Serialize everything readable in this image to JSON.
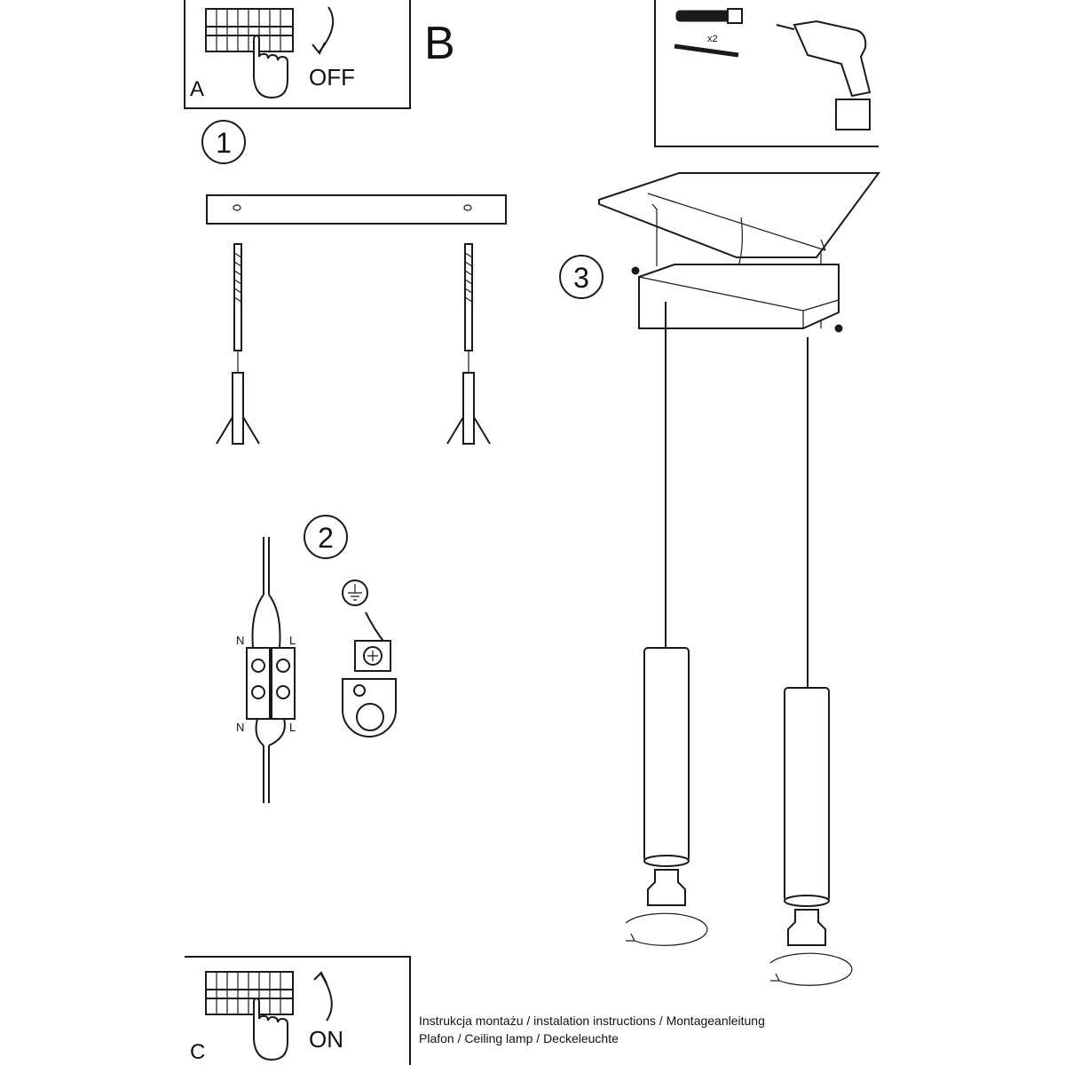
{
  "panels": {
    "a": {
      "label": "A",
      "action": "OFF"
    },
    "b": {
      "label": "B",
      "quantity": "x2"
    },
    "c": {
      "label": "C",
      "action": "ON"
    }
  },
  "steps": [
    {
      "number": "1"
    },
    {
      "number": "2",
      "terminal_labels": [
        "N",
        "L",
        "N",
        "L"
      ]
    },
    {
      "number": "3"
    }
  ],
  "footer": {
    "line1": "Instrukcja montażu / instalation instructions / Montageanleitung",
    "line2": "Plafon / Ceiling lamp / Deckeleuchte"
  }
}
